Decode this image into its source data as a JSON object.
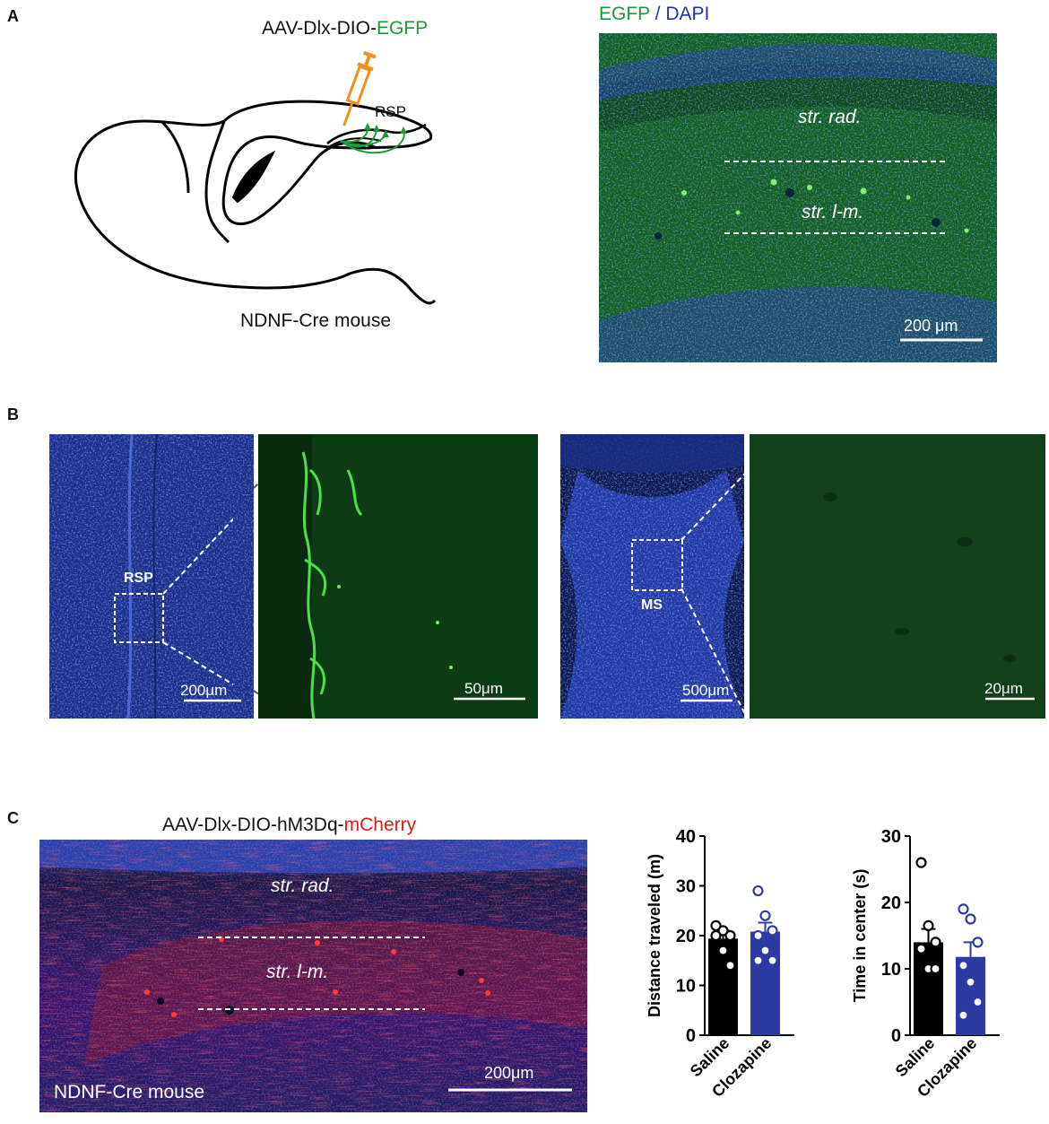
{
  "panels": {
    "A": {
      "letter": "A",
      "virus_prefix": "AAV-Dlx-DIO-",
      "virus_highlight": "EGFP",
      "region": "RSP",
      "mouse": "NDNF-Cre mouse",
      "stain_green": "EGFP",
      "stain_sep": " / ",
      "stain_blue": "DAPI",
      "layer_top": "str. rad.",
      "layer_mid": "str. l-m.",
      "scale": "200 μm"
    },
    "B": {
      "letter": "B",
      "label_rsp": "RSP",
      "scale_rsp": "200μm",
      "scale_zoom1": "50μm",
      "label_ms": "MS",
      "scale_ms": "500μm",
      "scale_zoom2": "20μm"
    },
    "C": {
      "letter": "C",
      "virus_prefix": "AAV-Dlx-DIO-hM3Dq-",
      "virus_highlight": "mCherry",
      "layer_top": "str. rad.",
      "layer_mid": "str. l-m.",
      "mouse": "NDNF-Cre mouse",
      "scale": "200μm"
    }
  },
  "colors": {
    "egfp_green": "#1c9a3a",
    "dapi_blue": "#2433a8",
    "mcherry_red": "#e01818",
    "saline": "#000000",
    "clozapine": "#2e3ba3",
    "syringe": "#f2901c"
  },
  "chart_data": [
    {
      "type": "bar",
      "categories": [
        "Saline",
        "Clozapine"
      ],
      "values": [
        19.4,
        20.8
      ],
      "errors": [
        1.6,
        1.8
      ],
      "points": [
        [
          22,
          21,
          20,
          20,
          17,
          14
        ],
        [
          29,
          24,
          21,
          20,
          17,
          15,
          15
        ]
      ],
      "ylabel": "Distance traveled (m)",
      "ylim": [
        0,
        40
      ],
      "yticks": [
        0,
        10,
        20,
        30,
        40
      ]
    },
    {
      "type": "bar",
      "categories": [
        "Saline",
        "Clozapine"
      ],
      "values": [
        14.0,
        11.8
      ],
      "errors": [
        2.0,
        2.2
      ],
      "points": [
        [
          26,
          16.5,
          14,
          13,
          10,
          10
        ],
        [
          19,
          17.5,
          14,
          10.5,
          8,
          5,
          3
        ]
      ],
      "ylabel": "Time in center (s)",
      "ylim": [
        0,
        30
      ],
      "yticks": [
        0,
        10,
        20,
        30
      ]
    }
  ]
}
